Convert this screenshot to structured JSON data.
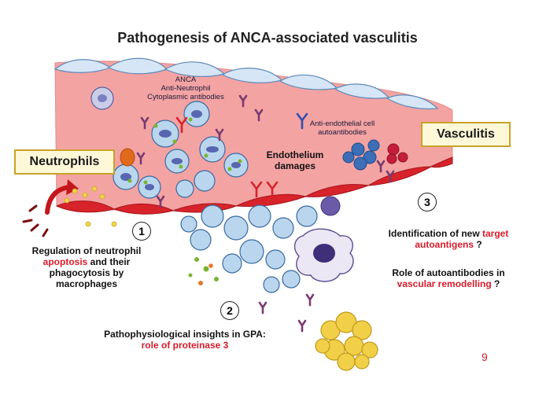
{
  "title": "Pathogenesis of ANCA-associated vasculitis",
  "labels": {
    "anca": "ANCA",
    "anca_full_1": "Anti-Neutrophil",
    "anca_full_2": "Cytoplasmic antibodies",
    "aeca_1": "Anti-endothelial cell",
    "aeca_2": "autoantibodies",
    "endothelium_1": "Endothelium",
    "endothelium_2": "damages"
  },
  "boxes": {
    "neutrophils": "Neutrophils",
    "vasculitis": "Vasculitis"
  },
  "points": [
    {
      "number": "1",
      "line1": "Regulation of neutrophil",
      "line2_red": "apoptosis",
      "line2_rest": " and their",
      "line3": "phagocytosis by",
      "line4": "macrophages"
    },
    {
      "number": "2",
      "line1": "Pathophysiological insights in GPA:",
      "line2_red": "role of proteinase 3"
    },
    {
      "number": "3",
      "a_line1_pre": "Identification of new ",
      "a_line1_red": "target",
      "a_line2_red": "autoantigens",
      "a_line2_rest": " ?",
      "b_line1": "Role of autoantibodies in",
      "b_line2_red": "vascular remodelling",
      "b_line2_rest": " ?"
    }
  ],
  "page_number": "9",
  "colors": {
    "vessel_wall": "#f4a3a3",
    "endothelium": "#d6e6f6",
    "red_cell": "#d8232a",
    "neutrophil": "#b9d6ee",
    "antibody_purple": "#7a3b6e",
    "antibody_red": "#d8232a",
    "antibody_blue": "#2f4fb0",
    "box_border": "#c9a227",
    "accent_red": "#d61b2b"
  }
}
